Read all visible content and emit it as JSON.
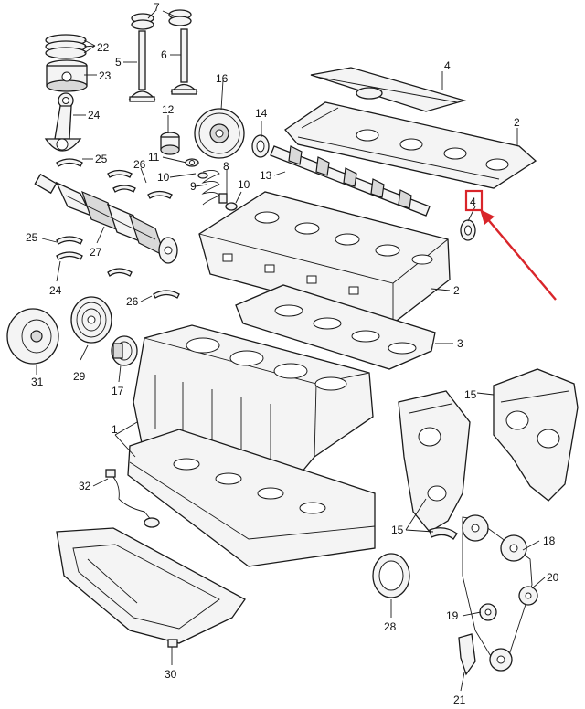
{
  "colors": {
    "line": "#1a1a1a",
    "highlight": "#d9252a",
    "background": "#ffffff"
  },
  "highlight": {
    "label": "4"
  },
  "callouts": [
    {
      "id": "c7",
      "label": "7"
    },
    {
      "id": "c22",
      "label": "22"
    },
    {
      "id": "c23",
      "label": "23"
    },
    {
      "id": "c5",
      "label": "5"
    },
    {
      "id": "c6",
      "label": "6"
    },
    {
      "id": "c4top",
      "label": "4"
    },
    {
      "id": "c16",
      "label": "16"
    },
    {
      "id": "c24a",
      "label": "24"
    },
    {
      "id": "c12",
      "label": "12"
    },
    {
      "id": "c14",
      "label": "14"
    },
    {
      "id": "c2a",
      "label": "2"
    },
    {
      "id": "c11",
      "label": "11"
    },
    {
      "id": "c25a",
      "label": "25"
    },
    {
      "id": "c26a",
      "label": "26"
    },
    {
      "id": "c13",
      "label": "13"
    },
    {
      "id": "c8",
      "label": "8"
    },
    {
      "id": "c10a",
      "label": "10"
    },
    {
      "id": "c10b",
      "label": "10"
    },
    {
      "id": "c9",
      "label": "9"
    },
    {
      "id": "c25b",
      "label": "25"
    },
    {
      "id": "c27",
      "label": "27"
    },
    {
      "id": "c2b",
      "label": "2"
    },
    {
      "id": "c24b",
      "label": "24"
    },
    {
      "id": "c26b",
      "label": "26"
    },
    {
      "id": "c3",
      "label": "3"
    },
    {
      "id": "c31",
      "label": "31"
    },
    {
      "id": "c29",
      "label": "29"
    },
    {
      "id": "c17",
      "label": "17"
    },
    {
      "id": "c15a",
      "label": "15"
    },
    {
      "id": "c1",
      "label": "1"
    },
    {
      "id": "c32",
      "label": "32"
    },
    {
      "id": "c15b",
      "label": "15"
    },
    {
      "id": "c18",
      "label": "18"
    },
    {
      "id": "c20",
      "label": "20"
    },
    {
      "id": "c19",
      "label": "19"
    },
    {
      "id": "c28",
      "label": "28"
    },
    {
      "id": "c30",
      "label": "30"
    },
    {
      "id": "c21",
      "label": "21"
    }
  ]
}
